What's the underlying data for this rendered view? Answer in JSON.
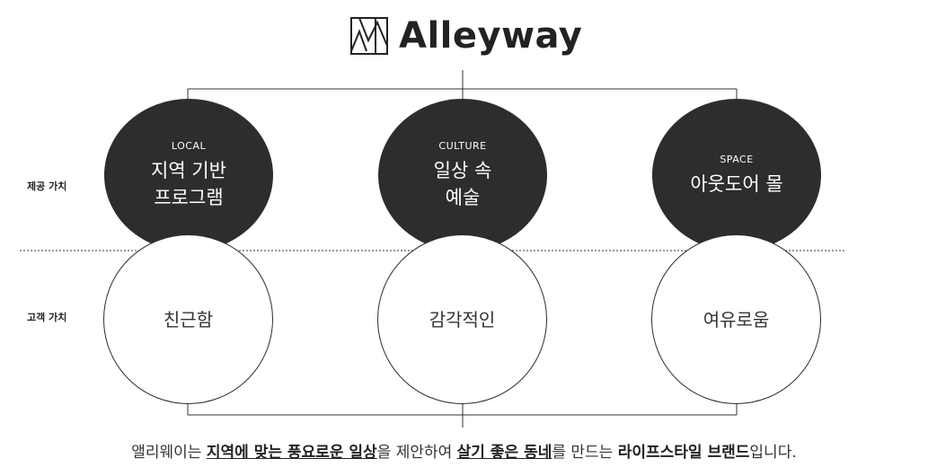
{
  "brand": {
    "name": "Alleyway"
  },
  "rows": {
    "provided_value": "제공 가치",
    "customer_value": "고객 가치"
  },
  "top_circles": [
    {
      "tag": "LOCAL",
      "line1": "지역 기반",
      "line2": "프로그램"
    },
    {
      "tag": "CULTURE",
      "line1": "일상 속",
      "line2": "예술"
    },
    {
      "tag": "SPACE",
      "line1": "아웃도어 몰",
      "line2": ""
    }
  ],
  "bottom_circles": [
    {
      "text": "친근함"
    },
    {
      "text": "감각적인"
    },
    {
      "text": "여유로움"
    }
  ],
  "caption": {
    "p1": "앨리웨이는 ",
    "b1": "지역에 맞는 풍요로운 일상",
    "p2": "을 제안하여 ",
    "b2": "살기 좋은 동네",
    "p3": "를 만드는 ",
    "b3": "라이프스타일 브랜드",
    "p4": "입니다."
  },
  "colors": {
    "dark_circle": "#2d2d2d",
    "line": "#333333"
  }
}
